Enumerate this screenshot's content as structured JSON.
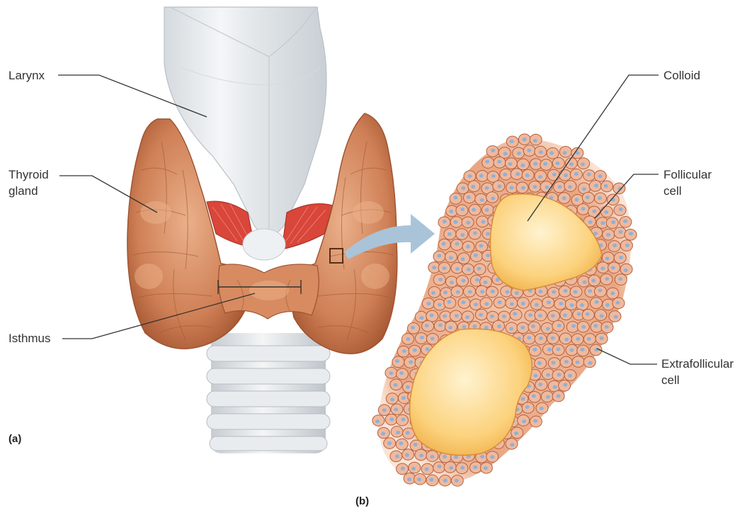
{
  "labels": {
    "larynx": "Larynx",
    "thyroid_line1": "Thyroid",
    "thyroid_line2": "gland",
    "isthmus": "Isthmus",
    "colloid": "Colloid",
    "follicular_line1": "Follicular",
    "follicular_line2": "cell",
    "extrafollicular_line1": "Extrafollicular",
    "extrafollicular_line2": "cell"
  },
  "panels": {
    "a": "(a)",
    "b": "(b)"
  },
  "colors": {
    "thyroid": "#c8744a",
    "thyroid_light": "#e6a57d",
    "larynx": "#e8ebee",
    "muscle": "#d9463a",
    "arrow": "#a9c4d9",
    "cell_fill": "#efb99d",
    "cell_stroke": "#b5603e",
    "nucleus": "#8fb1d6",
    "colloid": "#fbd78a"
  }
}
